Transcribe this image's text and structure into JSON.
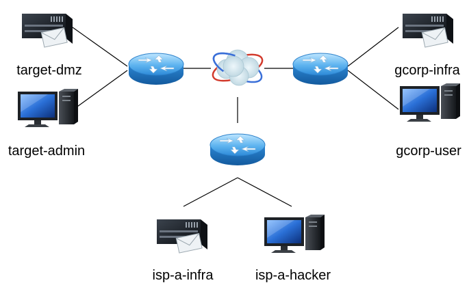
{
  "nodes": {
    "target_dmz": {
      "label": "target-dmz",
      "icon": "mail-server-icon"
    },
    "target_admin": {
      "label": "target-admin",
      "icon": "workstation-icon"
    },
    "gcorp_infra": {
      "label": "gcorp-infra",
      "icon": "mail-server-icon"
    },
    "gcorp_user": {
      "label": "gcorp-user",
      "icon": "workstation-icon"
    },
    "isp_a_infra": {
      "label": "isp-a-infra",
      "icon": "mail-server-icon"
    },
    "isp_a_hacker": {
      "label": "isp-a-hacker",
      "icon": "workstation-icon"
    }
  },
  "routers": {
    "left": {
      "icon": "router-icon"
    },
    "right": {
      "icon": "router-icon"
    },
    "bottom": {
      "icon": "router-icon"
    }
  },
  "cloud": {
    "icon": "internet-cloud-icon"
  },
  "colors": {
    "router_fill": "#4aa3e8",
    "router_dark": "#1f6fb6",
    "link": "#000000",
    "server_body": "#1b1f24",
    "monitor_screen": "#2a6fd6",
    "envelope": "#e9eef2"
  }
}
